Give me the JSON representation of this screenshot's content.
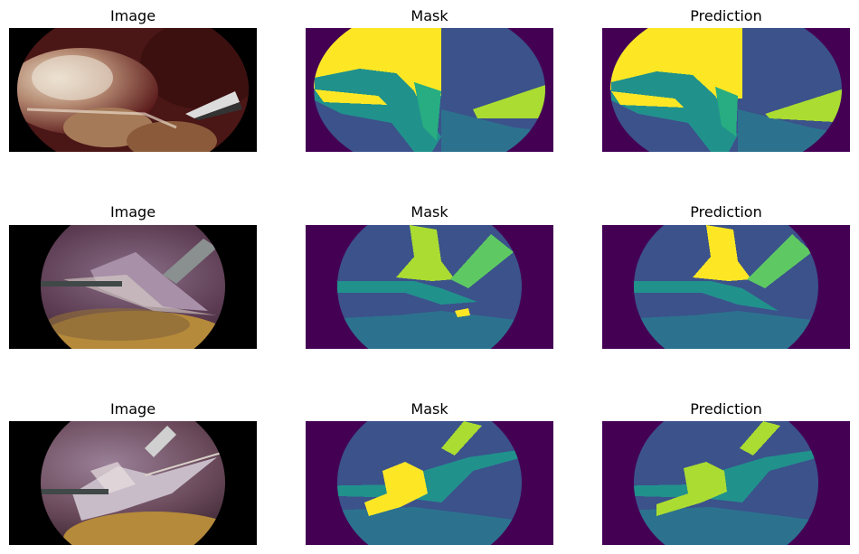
{
  "figure": {
    "rows": [
      {
        "titles": [
          "Image",
          "Mask",
          "Prediction"
        ]
      },
      {
        "titles": [
          "Image",
          "Mask",
          "Prediction"
        ]
      },
      {
        "titles": [
          "Image",
          "Mask",
          "Prediction"
        ]
      }
    ]
  },
  "colors": {
    "viridis_dark_purple": "#440154",
    "viridis_blue_purple": "#3b528b",
    "viridis_teal": "#2c728e",
    "viridis_teal_green": "#21918c",
    "viridis_green": "#27ad81",
    "viridis_light_green": "#5ec962",
    "viridis_yellow_green": "#aadc32",
    "viridis_yellow": "#fde725"
  }
}
